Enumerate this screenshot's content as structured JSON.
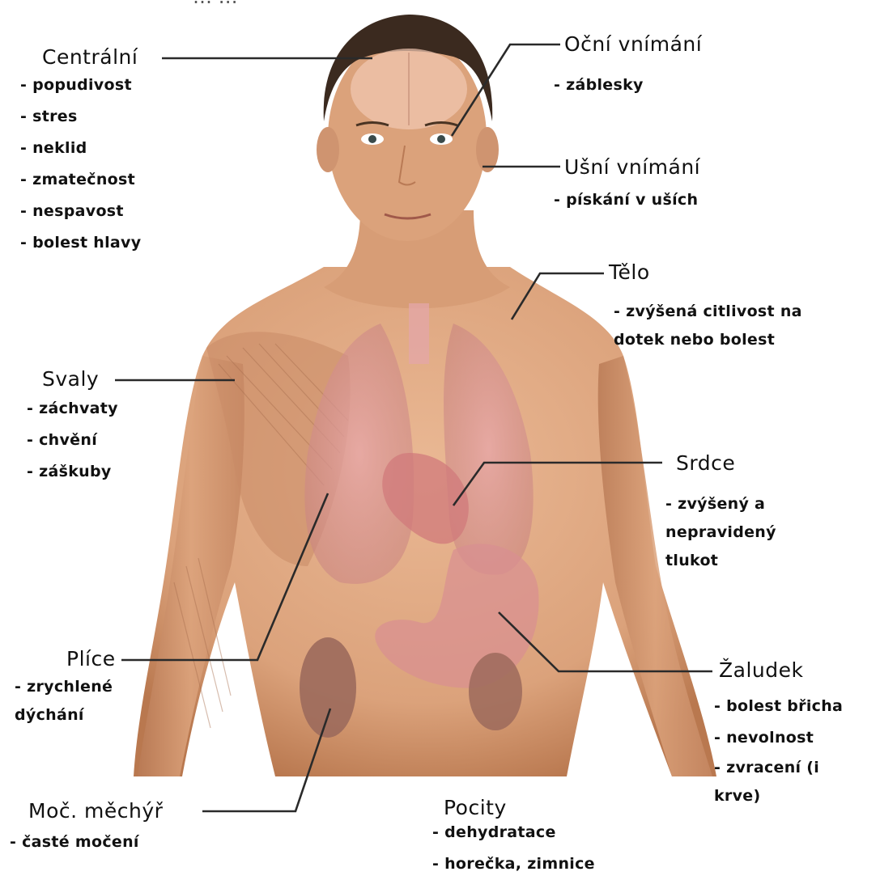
{
  "partial_top_text": "… …",
  "groups": {
    "centralni": {
      "title": "Centrální",
      "items": [
        "popudivost",
        "stres",
        "neklid",
        "zmatečnost",
        "nespavost",
        "bolest hlavy"
      ]
    },
    "ocni": {
      "title": "Oční vnímání",
      "items": [
        "záblesky"
      ]
    },
    "usni": {
      "title": "Ušní vnímání",
      "items": [
        "pískání v uších"
      ]
    },
    "telo": {
      "title": "Tělo",
      "items": [
        "zvýšená citlivost na dotek nebo bolest"
      ]
    },
    "svaly": {
      "title": "Svaly",
      "items": [
        "záchvaty",
        "chvění",
        "záškuby"
      ]
    },
    "srdce": {
      "title": "Srdce",
      "items": [
        "zvýšený a nepravidený tlukot"
      ]
    },
    "plice": {
      "title": "Plíce",
      "items": [
        "zrychlené dýchání"
      ]
    },
    "zaludek": {
      "title": "Žaludek",
      "items": [
        "bolest břicha",
        "nevolnost",
        "zvracení (i krve)"
      ]
    },
    "mocovy": {
      "title": "Moč. měchýř",
      "items": [
        "časté močení"
      ]
    },
    "pocity": {
      "title": "Pocity",
      "items": [
        "dehydratace",
        "horečka, zimnice"
      ]
    }
  },
  "colors": {
    "skin": "#e2ac84",
    "skin_shadow": "#b97a55",
    "hair": "#3b2a1f",
    "organ": "#d98f91",
    "kidney": "#9c6a5c",
    "muscle": "#c98a66",
    "text": "#111111",
    "leader": "#2a2a2a"
  }
}
